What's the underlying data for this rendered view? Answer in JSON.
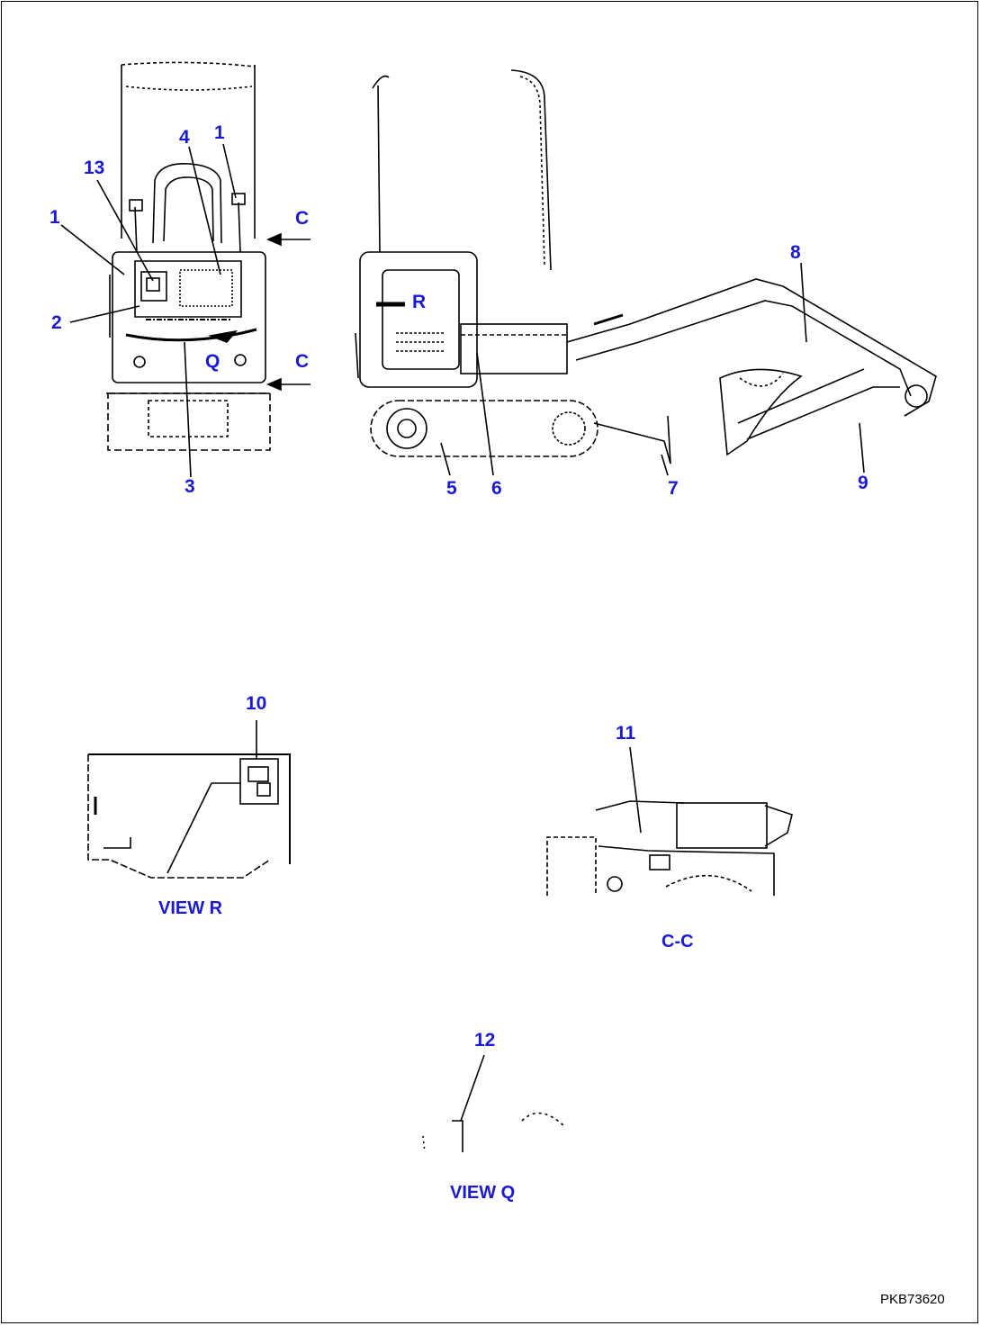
{
  "callouts": {
    "n1_top": "1",
    "n1_left": "1",
    "n13": "13",
    "n4": "4",
    "n2": "2",
    "n3": "3",
    "c_top": "C",
    "c_bottom": "C",
    "q": "Q",
    "r": "R",
    "n5": "5",
    "n6": "6",
    "n7": "7",
    "n8": "8",
    "n9": "9",
    "n10": "10",
    "n11": "11",
    "n12": "12"
  },
  "views": {
    "view_r": "VIEW R",
    "section_cc": "C-C",
    "view_q": "VIEW Q"
  },
  "figure_id": "PKB73620",
  "colors": {
    "callout": "#1a1ad6",
    "line": "#000000"
  }
}
